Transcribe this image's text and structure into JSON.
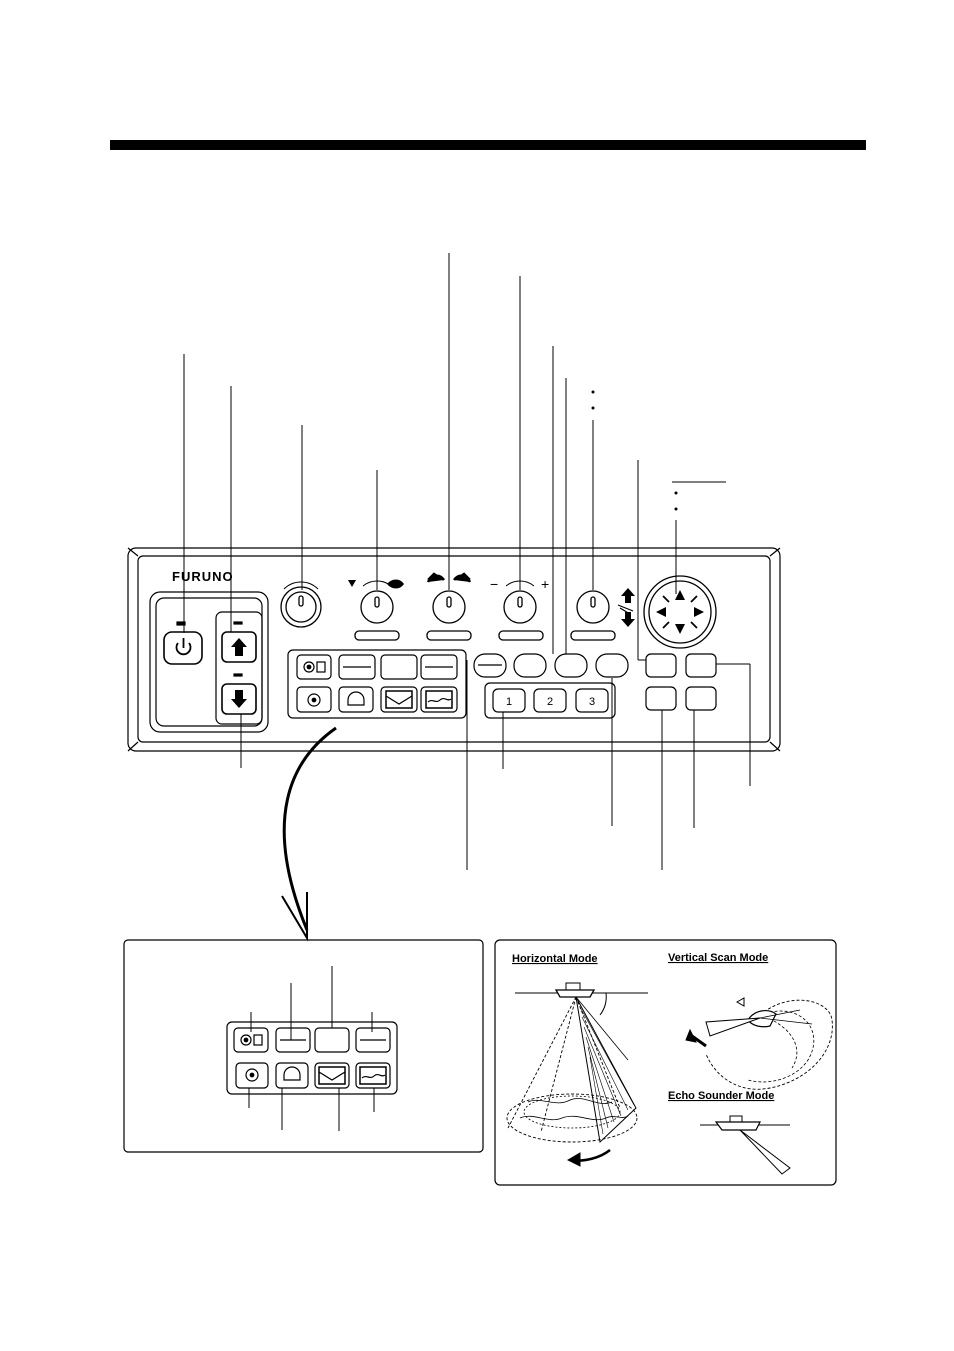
{
  "brand": {
    "logo": "FURUNO"
  },
  "control_panel": {
    "range_keys": [
      "1",
      "2",
      "3"
    ],
    "gain_minus": "−",
    "gain_plus": "+"
  },
  "scan_modes": {
    "horizontal": "Horizontal Mode",
    "vertical": "Vertical Scan Mode",
    "echo_sounder": "Echo Sounder Mode"
  },
  "colors": {
    "ink": "#000000",
    "paper": "#ffffff"
  },
  "icons": [
    "power-icon",
    "arrow-up-icon",
    "arrow-down-icon",
    "trackball-icon",
    "fish-icon",
    "rotate-left-icon",
    "rotate-right-icon",
    "tilt-icon"
  ]
}
